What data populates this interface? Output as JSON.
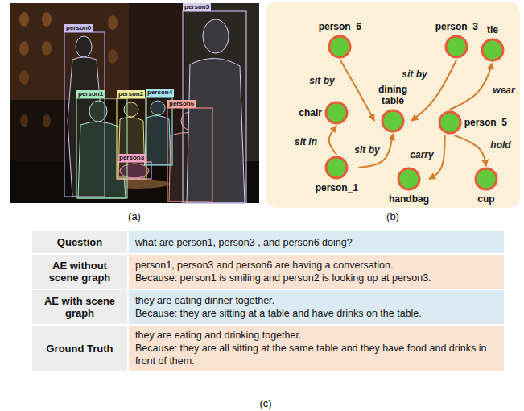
{
  "diagram": {
    "nodes": [
      {
        "text": [
          "person_6"
        ]
      },
      {
        "text": [
          "person_3"
        ]
      },
      {
        "text": [
          "dining table"
        ]
      },
      {
        "text": [
          "tie"
        ]
      },
      {
        "text": [
          "chair"
        ]
      },
      {
        "text": [
          "person_5"
        ]
      },
      {
        "text": [
          "person_1"
        ]
      },
      {
        "text": [
          "handbag"
        ]
      },
      {
        "text": [
          "cup"
        ]
      }
    ],
    "edges": [
      {
        "from": 0,
        "to": 2,
        "label": "sit by",
        "arrow": "to"
      },
      {
        "from": 1,
        "to": 2,
        "label": "sit by",
        "arrow": "to"
      },
      {
        "from": 6,
        "to": 4,
        "label": "sit in",
        "arrow": "to"
      },
      {
        "from": 6,
        "to": 2,
        "label": "sit by",
        "arrow": "to"
      },
      {
        "from": 5,
        "to": 3,
        "label": "wear",
        "arrow": "to"
      },
      {
        "from": 5,
        "to": 7,
        "label": "carry",
        "arrow": "to"
      },
      {
        "from": 5,
        "to": 8,
        "label": "hold",
        "arrow": "to"
      }
    ],
    "labels": [
      "person0",
      "person1",
      "person2",
      "person3",
      "person4",
      "person5",
      "person6",
      "(a)",
      "(b)",
      "Question",
      "what are person1, person3 , and person6 doing?",
      "AE without scene graph",
      "person1, person3 and person6 are having a conversation.",
      "Because: person1 is smiling and person2 is looking up at person3.",
      "AE with scene graph",
      "they are eating dinner together.",
      "Because: they are sitting at a table and have drinks on the table.",
      "Ground Truth",
      "they are eating and drinking together.",
      "Because: they are all sitting at the same table and they have food and drinks in front of them.",
      "(c)"
    ]
  }
}
